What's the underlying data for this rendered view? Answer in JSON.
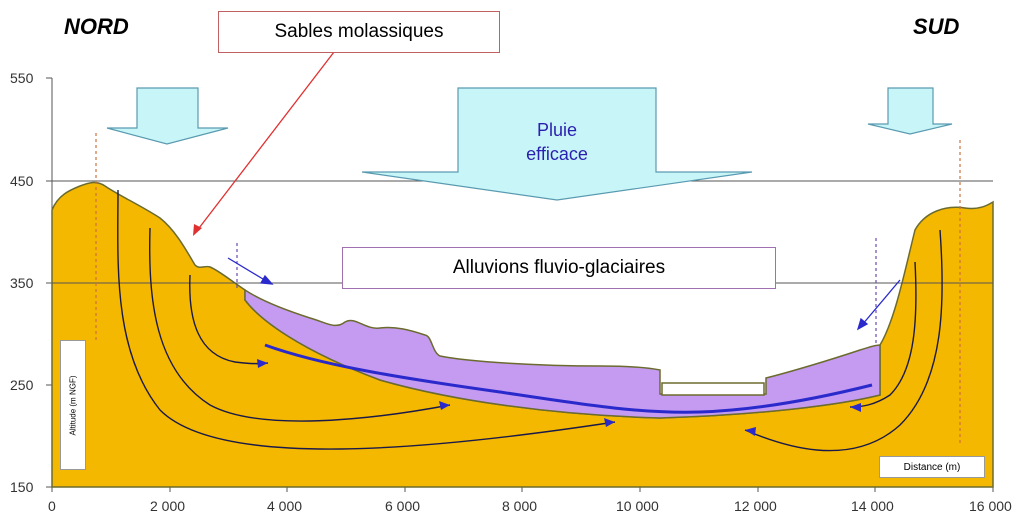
{
  "labels": {
    "north": "NORD",
    "south": "SUD",
    "molasse": "Sables molassiques",
    "rain": "Pluie efficace",
    "alluvium": "Alluvions fluvio-glaciaires",
    "y_axis": "Altitude (m NGF)",
    "x_axis": "Distance (m)"
  },
  "axes": {
    "y_ticks": [
      "550",
      "450",
      "350",
      "250",
      "150"
    ],
    "x_ticks": [
      "0",
      "2 000",
      "4 000",
      "6 000",
      "8 000",
      "10 000",
      "12 000",
      "14 000",
      "16 000"
    ]
  },
  "colors": {
    "molasse": "#f5b800",
    "alluvium": "#c49bf0",
    "outline": "#6b6b2f",
    "arrow_fill": "#c8f6f8",
    "arrow_stroke": "#5a9ab0",
    "flow": "#1a1a4a",
    "water_table": "#2a2acc"
  }
}
